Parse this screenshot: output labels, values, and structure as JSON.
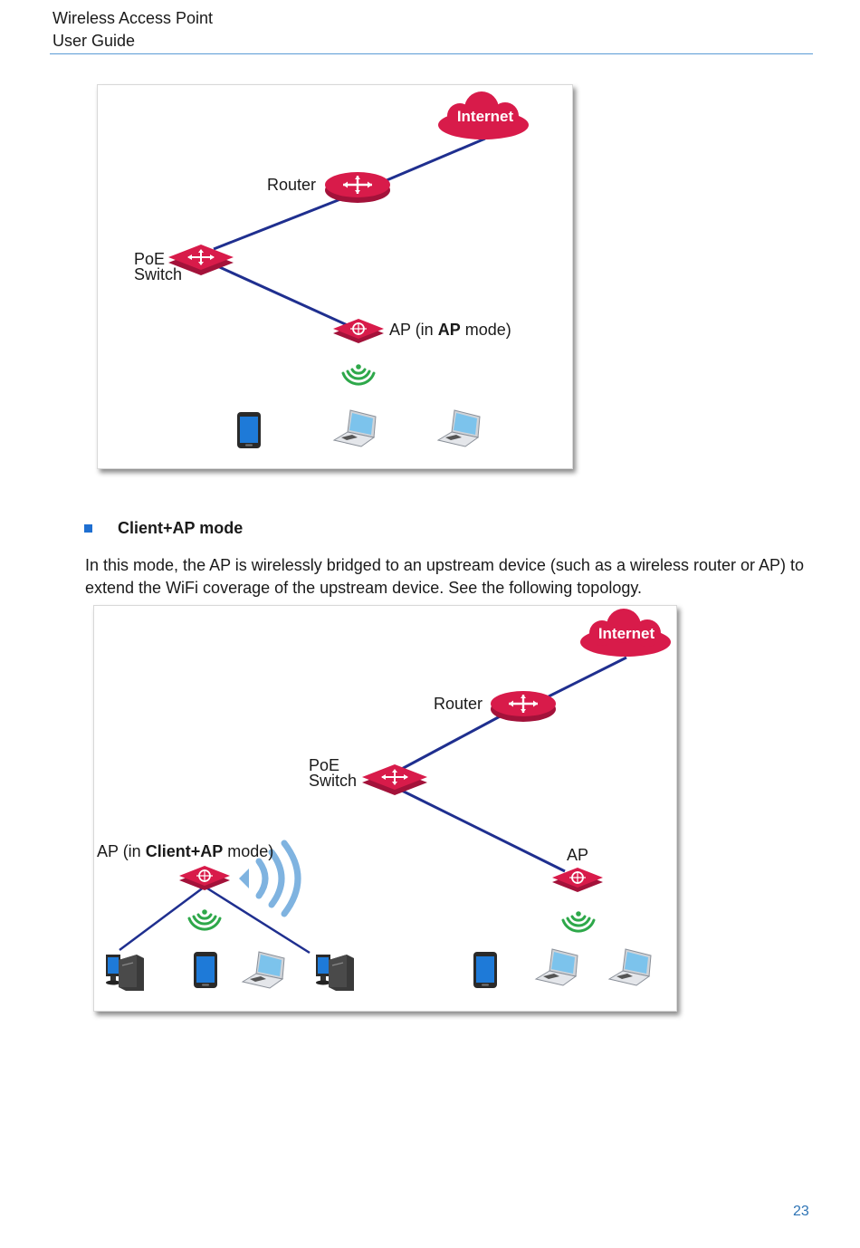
{
  "header": {
    "line1": "Wireless Access Point",
    "line2": "User Guide"
  },
  "figure1": {
    "internet": "Internet",
    "router": "Router",
    "poe_line1": "PoE",
    "poe_line2": "Switch",
    "ap_prefix": "AP (in ",
    "ap_bold": "AP",
    "ap_suffix": " mode)"
  },
  "section": {
    "title": "Client+AP mode",
    "paragraph": "In this mode, the AP is wirelessly bridged to an upstream device (such as a wireless router or AP) to extend the WiFi coverage of the upstream device. See the following topology."
  },
  "figure2": {
    "internet": "Internet",
    "router": "Router",
    "poe_line1": "PoE",
    "poe_line2": "Switch",
    "client_ap_prefix": "AP (in ",
    "client_ap_bold": "Client+AP",
    "client_ap_suffix": " mode)",
    "ap": "AP"
  },
  "colors": {
    "device_red": "#d81b4a",
    "link_blue": "#1f2f8f",
    "wifi_green": "#2ea84a",
    "wireless_blue": "#7fb3e0",
    "bullet_blue": "#1f6fd1"
  },
  "icons": [
    "cloud-icon",
    "router-icon",
    "switch-icon",
    "ap-icon",
    "wifi-icon",
    "phone-icon",
    "laptop-icon",
    "desktop-icon"
  ],
  "page_number": "23"
}
